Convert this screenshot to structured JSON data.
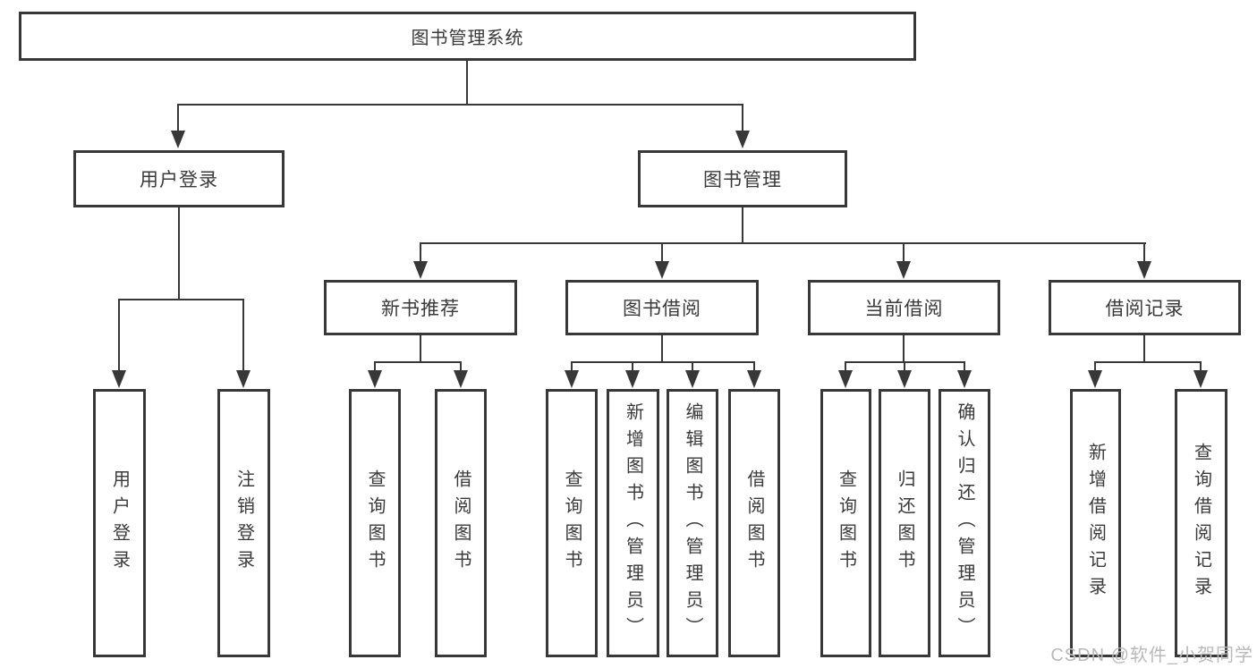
{
  "diagram": {
    "root": {
      "label": "图书管理系统"
    },
    "level2": [
      {
        "label": "用户登录"
      },
      {
        "label": "图书管理"
      }
    ],
    "level3": [
      {
        "label": "新书推荐"
      },
      {
        "label": "图书借阅"
      },
      {
        "label": "当前借阅"
      },
      {
        "label": "借阅记录"
      }
    ],
    "leaves": {
      "user_login": [
        {
          "label": "用户登录"
        },
        {
          "label": "注销登录"
        }
      ],
      "new_book_recommend": [
        {
          "label": "查询图书"
        },
        {
          "label": "借阅图书"
        }
      ],
      "book_borrowing": [
        {
          "label": "查询图书"
        },
        {
          "label": "新增图书（管理员）"
        },
        {
          "label": "编辑图书（管理员）"
        },
        {
          "label": "借阅图书"
        }
      ],
      "current_borrowing": [
        {
          "label": "查询图书"
        },
        {
          "label": "归还图书"
        },
        {
          "label": "确认归还（管理员）"
        }
      ],
      "borrowing_records": [
        {
          "label": "新增借阅记录"
        },
        {
          "label": "查询借阅记录"
        }
      ]
    },
    "watermark": "CSDN @软件_小贺同学",
    "colors": {
      "line": "#383838",
      "text": "#3a3a3a",
      "watermark": "#b9b9b9",
      "background": "#ffffff"
    }
  }
}
